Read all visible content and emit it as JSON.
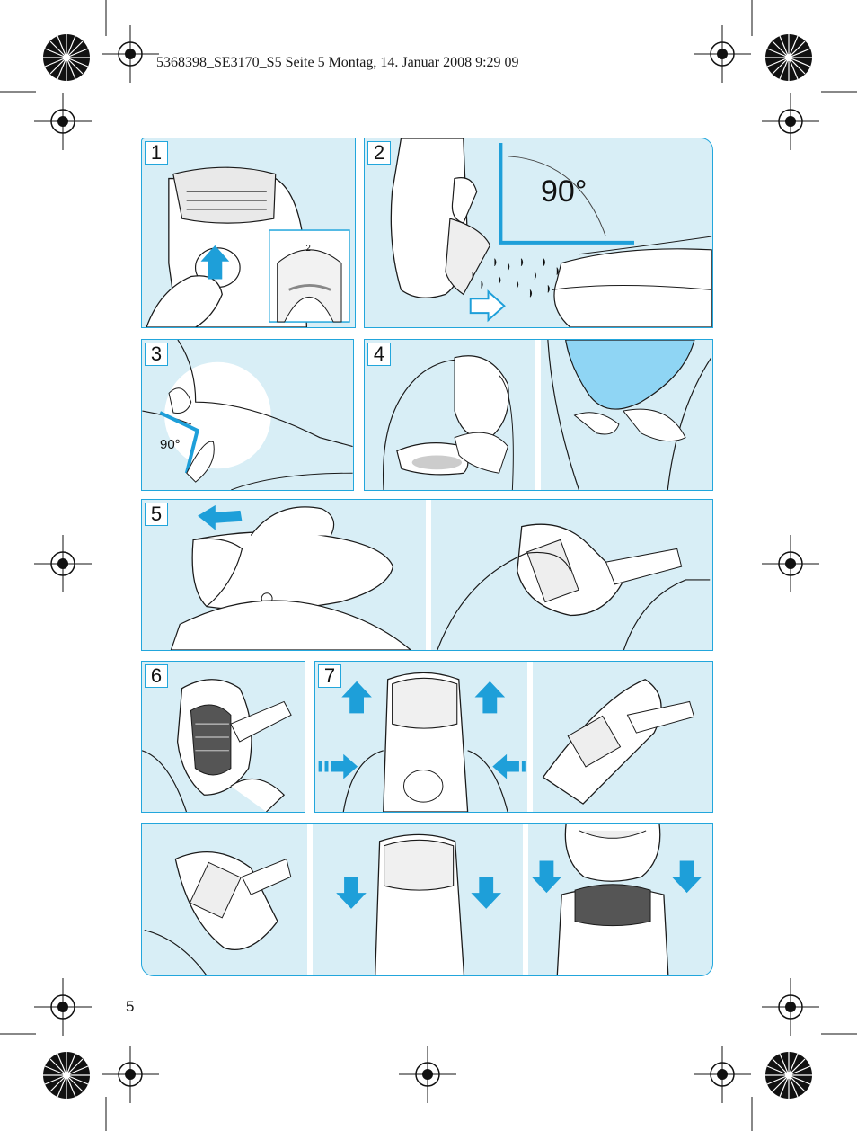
{
  "header": {
    "text": "5368398_SE3170_S5  Seite 5  Montag, 14. Januar 2008  9:29 09"
  },
  "page_number": "5",
  "panels": {
    "p1": {
      "number": "1",
      "inset_label": "2"
    },
    "p2": {
      "number": "2",
      "angle": "90°"
    },
    "p3": {
      "number": "3",
      "angle": "90°"
    },
    "p4": {
      "number": "4"
    },
    "p5": {
      "number": "5"
    },
    "p6": {
      "number": "6"
    },
    "p7": {
      "number": "7"
    }
  },
  "colors": {
    "accent": "#22a6dc",
    "panel_bg": "#d8eef6",
    "arrow": "#1e9fd9",
    "line": "#1a1a1a"
  },
  "icons": [
    "registration-mark-icon",
    "starburst-target-icon",
    "arrow-up-icon",
    "arrow-down-icon",
    "arrow-left-icon",
    "arrow-right-icon"
  ]
}
